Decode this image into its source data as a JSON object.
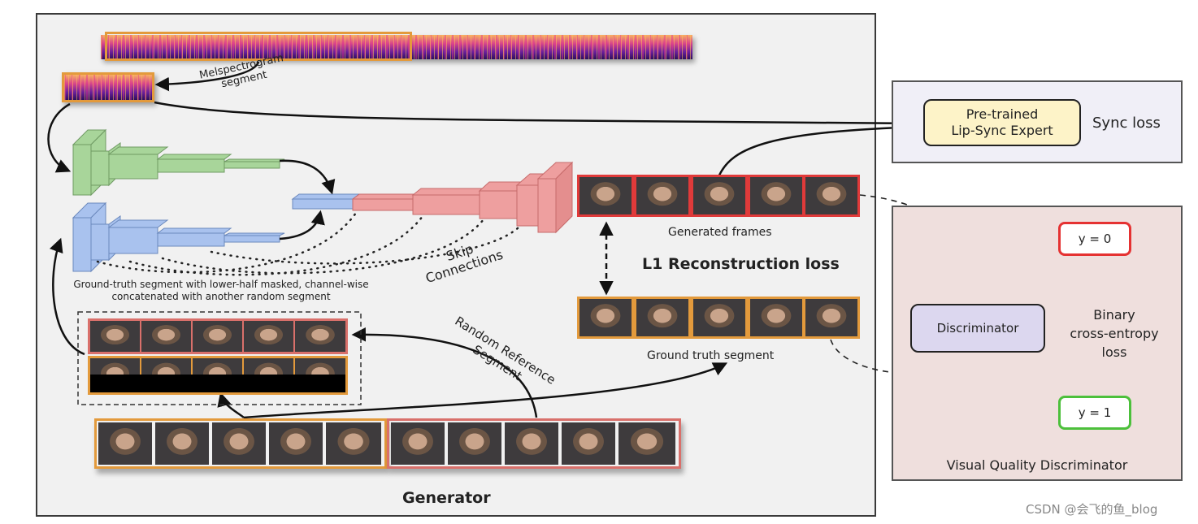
{
  "generator": {
    "title": "Generator",
    "mel_label": "Melspectrogram segment",
    "mel_label_line1": "Melspectrogram",
    "mel_label_line2": "segment",
    "encoder_caption_line1": "Ground-truth segment with lower-half masked, channel-wise",
    "encoder_caption_line2": "concatenated with another random segment",
    "skip_label_line1": "Skip",
    "skip_label_line2": "Connections",
    "random_ref_line1": "Random Reference",
    "random_ref_line2": "Segment",
    "generated_frames_label": "Generated frames",
    "l1_loss_label": "L1 Reconstruction loss",
    "ground_truth_label": "Ground truth segment"
  },
  "sync": {
    "expert_label_line1": "Pre-trained",
    "expert_label_line2": "Lip-Sync Expert",
    "loss_label": "Sync loss"
  },
  "discriminator": {
    "title": "Visual Quality Discriminator",
    "box_label": "Discriminator",
    "bce_line1": "Binary",
    "bce_line2": "cross-entropy",
    "bce_line3": "loss",
    "y0_label": "y = 0",
    "y1_label": "y = 1"
  },
  "colors": {
    "audio_encoder": "#a8d59a",
    "face_encoder": "#a9c2ee",
    "decoder": "#ee9f9f",
    "orange_frame": "#e39a3c",
    "red_frame": "#e03a3a",
    "expert_box": "#fdf3c8",
    "disc_box": "#dcd7ef",
    "y0_border": "#e53232",
    "y1_border": "#4cc03b"
  },
  "watermark": "CSDN @会飞的鱼_blog"
}
